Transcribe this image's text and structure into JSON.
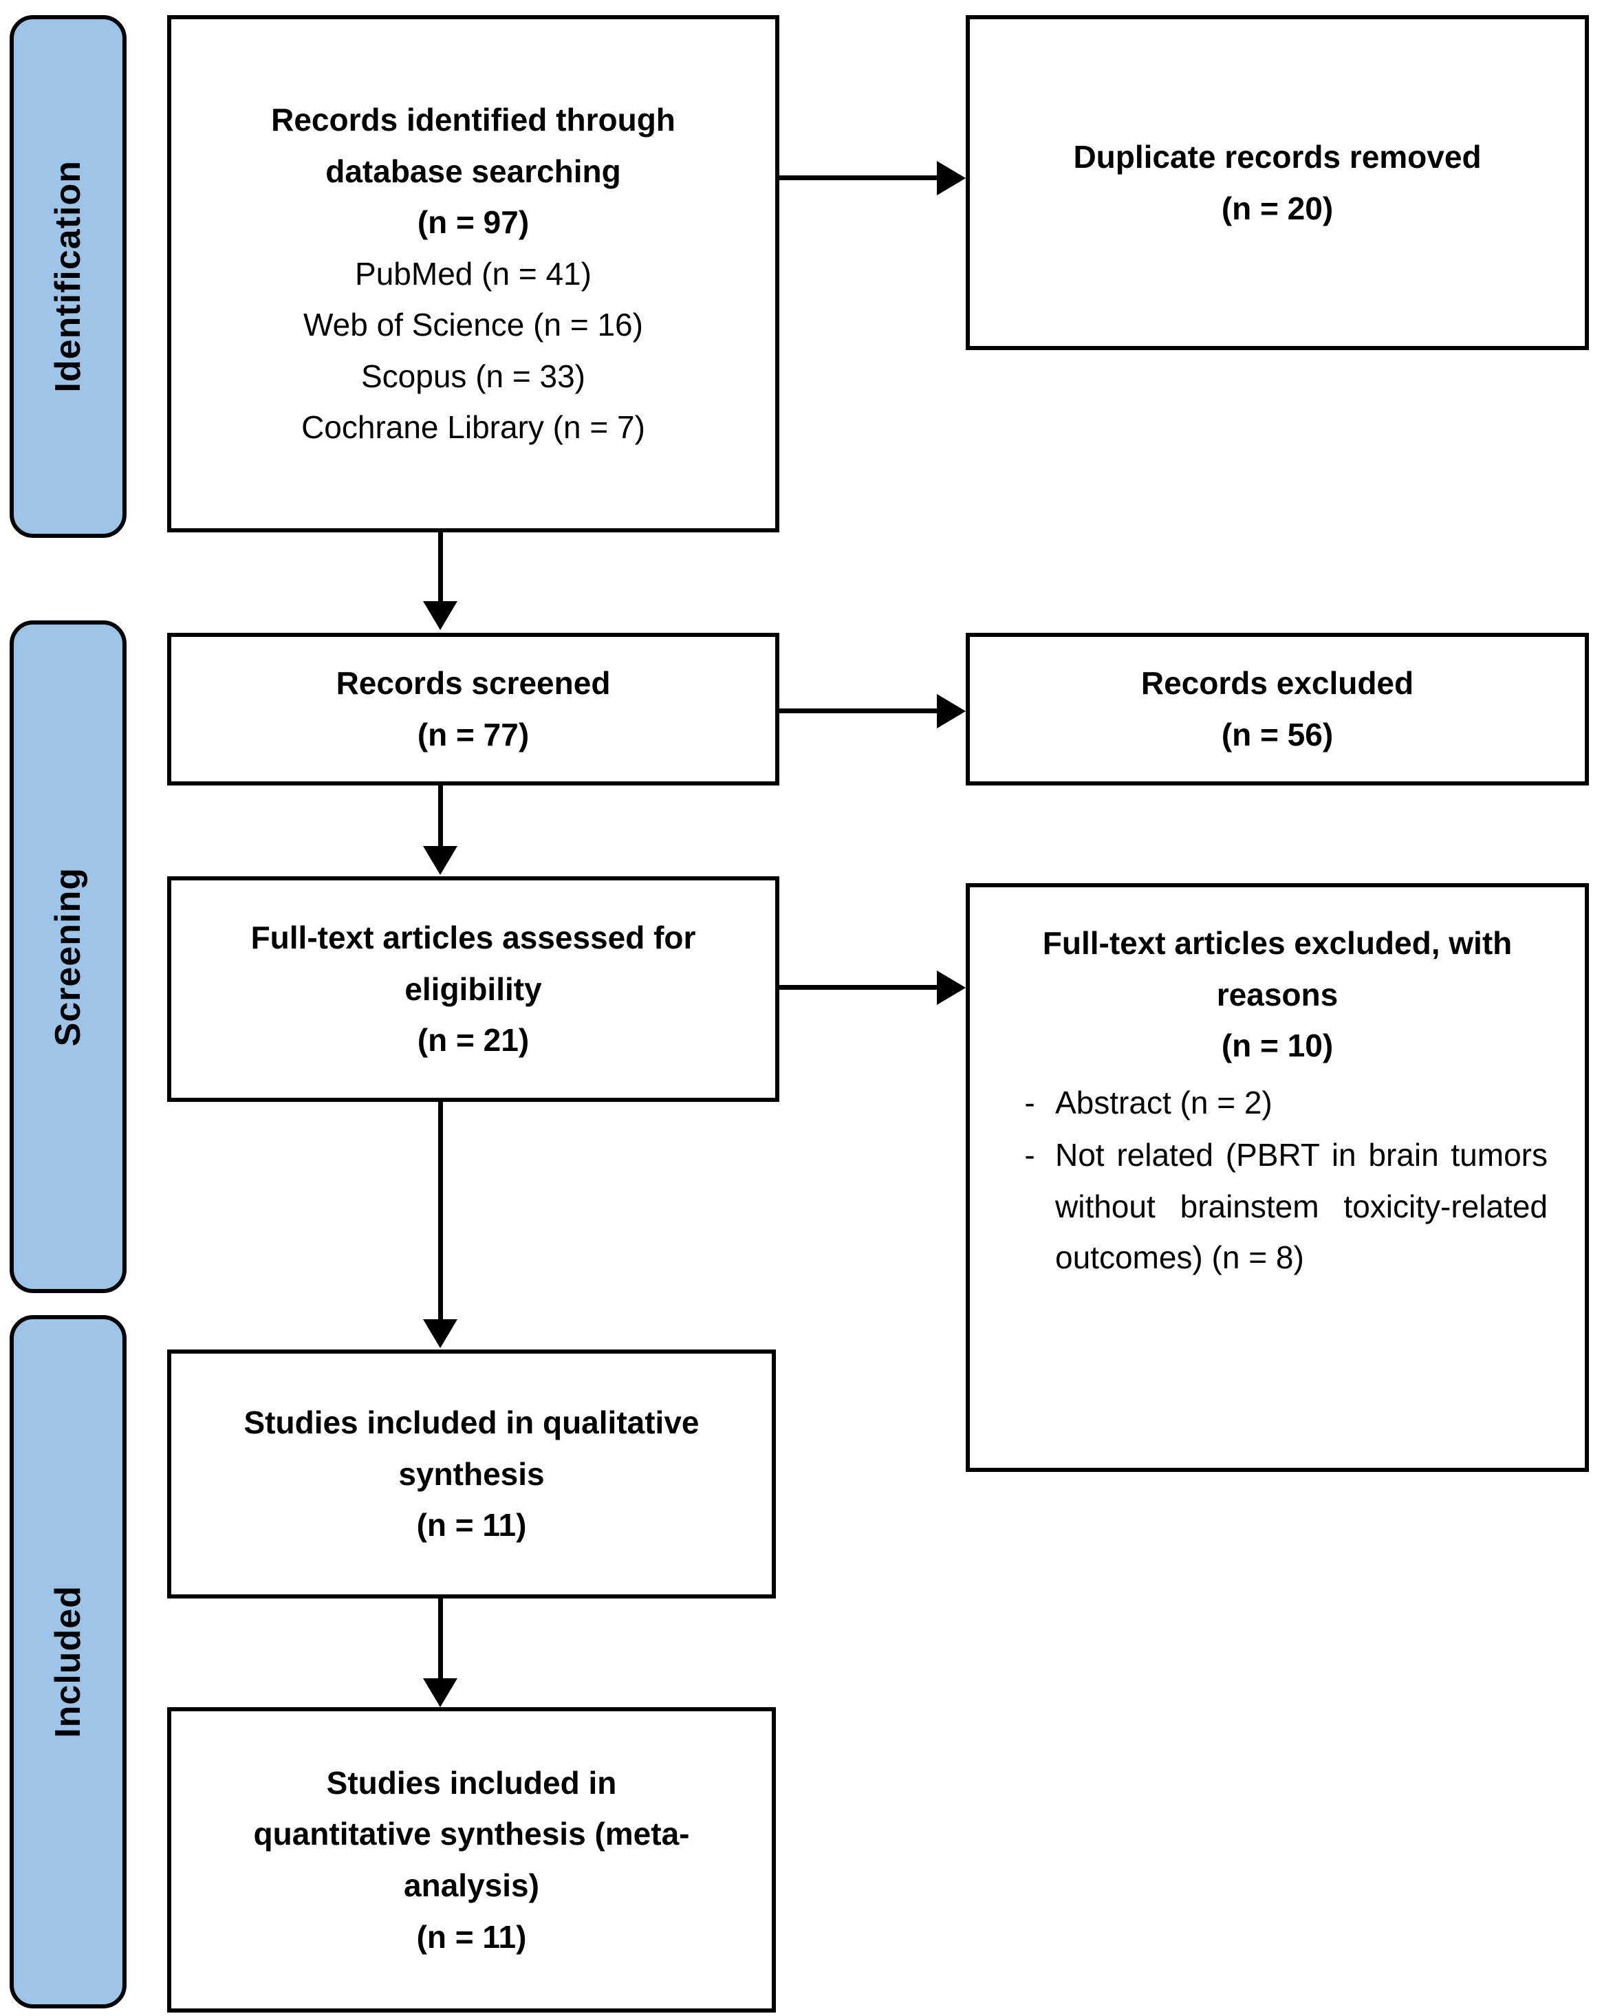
{
  "diagram": {
    "title": "PRISMA flow diagram",
    "accent_color": "#9DC3E6",
    "line_color": "#000000",
    "background": "#FFFFFF"
  },
  "stages": [
    {
      "id": "identification",
      "label": "Identification"
    },
    {
      "id": "screening",
      "label": "Screening"
    },
    {
      "id": "included",
      "label": "Included"
    }
  ],
  "boxes": {
    "records_identified": {
      "heading_line1": "Records identified through",
      "heading_line2": "database searching",
      "count": "(n = 97)",
      "sources": [
        "PubMed (n = 41)",
        "Web of Science (n = 16)",
        "Scopus (n = 33)",
        "Cochrane Library (n = 7)"
      ]
    },
    "duplicates_removed": {
      "heading": "Duplicate records removed",
      "count": "(n = 20)"
    },
    "records_screened": {
      "heading": "Records screened",
      "count": "(n = 77)"
    },
    "records_excluded": {
      "heading": "Records excluded",
      "count": "(n = 56)"
    },
    "fulltext_assessed": {
      "heading_line1": "Full-text articles assessed for",
      "heading_line2": "eligibility",
      "count": "(n = 21)"
    },
    "fulltext_excluded": {
      "heading_line1": "Full-text articles excluded, with",
      "heading_line2": "reasons",
      "count": "(n = 10)",
      "reasons": [
        {
          "dash": "-",
          "text": "Abstract (n = 2)"
        },
        {
          "dash": "-",
          "text": "Not related (PBRT in brain tumors without brainstem toxicity-related outcomes) (n = 8)"
        }
      ]
    },
    "qualitative_synthesis": {
      "heading_line1": "Studies included in qualitative",
      "heading_line2": "synthesis",
      "count": "(n = 11)"
    },
    "quantitative_synthesis": {
      "heading_line1": "Studies included in",
      "heading_line2": "quantitative synthesis (meta-",
      "heading_line3": "analysis)",
      "count": "(n = 11)"
    }
  },
  "chart_data": {
    "type": "diagram",
    "title": "PRISMA flow diagram",
    "nodes": [
      {
        "id": "records_identified",
        "stage": "Identification",
        "label": "Records identified through database searching",
        "n": 97,
        "breakdown": [
          {
            "source": "PubMed",
            "n": 41
          },
          {
            "source": "Web of Science",
            "n": 16
          },
          {
            "source": "Scopus",
            "n": 33
          },
          {
            "source": "Cochrane Library",
            "n": 7
          }
        ]
      },
      {
        "id": "duplicates_removed",
        "stage": "Identification",
        "label": "Duplicate records removed",
        "n": 20
      },
      {
        "id": "records_screened",
        "stage": "Screening",
        "label": "Records screened",
        "n": 77
      },
      {
        "id": "records_excluded",
        "stage": "Screening",
        "label": "Records excluded",
        "n": 56
      },
      {
        "id": "fulltext_assessed",
        "stage": "Screening",
        "label": "Full-text articles assessed for eligibility",
        "n": 21
      },
      {
        "id": "fulltext_excluded",
        "stage": "Screening",
        "label": "Full-text articles excluded, with reasons",
        "n": 10,
        "breakdown": [
          {
            "reason": "Abstract",
            "n": 2
          },
          {
            "reason": "Not related (PBRT in brain tumors without brainstem toxicity-related outcomes)",
            "n": 8
          }
        ]
      },
      {
        "id": "qualitative_synthesis",
        "stage": "Included",
        "label": "Studies included in qualitative synthesis",
        "n": 11
      },
      {
        "id": "quantitative_synthesis",
        "stage": "Included",
        "label": "Studies included in quantitative synthesis (meta-analysis)",
        "n": 11
      }
    ],
    "edges": [
      {
        "from": "records_identified",
        "to": "duplicates_removed",
        "direction": "right"
      },
      {
        "from": "records_identified",
        "to": "records_screened",
        "direction": "down"
      },
      {
        "from": "records_screened",
        "to": "records_excluded",
        "direction": "right"
      },
      {
        "from": "records_screened",
        "to": "fulltext_assessed",
        "direction": "down"
      },
      {
        "from": "fulltext_assessed",
        "to": "fulltext_excluded",
        "direction": "right"
      },
      {
        "from": "fulltext_assessed",
        "to": "qualitative_synthesis",
        "direction": "down"
      },
      {
        "from": "qualitative_synthesis",
        "to": "quantitative_synthesis",
        "direction": "down"
      }
    ]
  }
}
